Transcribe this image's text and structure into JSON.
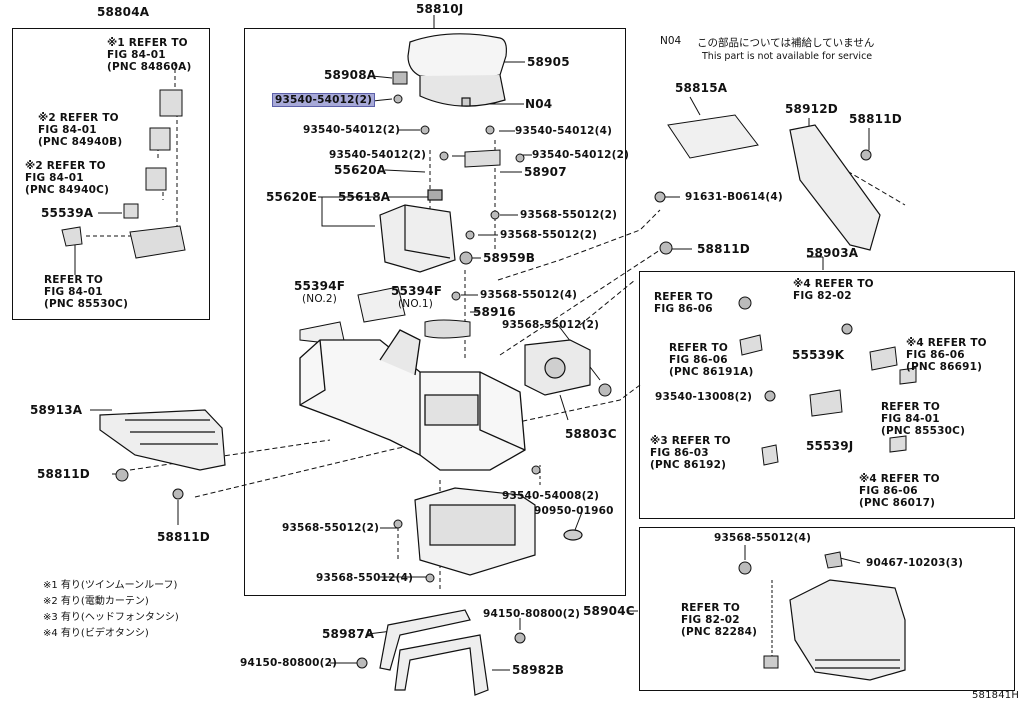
{
  "diagram": {
    "ref_code": "581841H",
    "notice": {
      "code": "N04",
      "jp": "この部品については補給していません",
      "en": "This part is not available for service"
    },
    "legend": [
      "※1 有り(ツインムーンルーフ)",
      "※2 有り(電動カーテン)",
      "※3 有り(ヘッドフォンタンシ)",
      "※4 有り(ビデオタンシ)"
    ],
    "labels": {
      "p58804A": "58804A",
      "p58810J": "58810J",
      "ref1": "※1 REFER TO\nFIG 84-01\n(PNC 84860A)",
      "ref2a": "※2 REFER TO\nFIG 84-01\n(PNC 84940B)",
      "ref2b": "※2 REFER TO\nFIG 84-01\n(PNC 84940C)",
      "p55539A": "55539A",
      "ref85530C_left": "REFER TO\nFIG 84-01\n(PNC 85530C)",
      "p58908A": "58908A",
      "p58905": "58905",
      "p93540_hl": "93540-54012(2)",
      "pN04": "N04",
      "b93540_a": "93540-54012(2)",
      "b93540_b": "93540-54012(4)",
      "b93540_c": "93540-54012(2)",
      "b93540_d": "93540-54012(2)",
      "p55620A": "55620A",
      "p58907": "58907",
      "p55620E": "55620E",
      "p55618A": "55618A",
      "b93568_a": "93568-55012(2)",
      "b93568_b": "93568-55012(2)",
      "p58959B": "58959B",
      "p55394F_a": "55394F",
      "p55394F_a_sub": "(NO.2)",
      "p55394F_b": "55394F",
      "p55394F_b_sub": "(NO.1)",
      "b93568_c": "93568-55012(4)",
      "p58916": "58916",
      "b93568_d": "93568-55012(2)",
      "p58803C": "58803C",
      "p58913A": "58913A",
      "p58811D_a": "58811D",
      "p58811D_b": "58811D",
      "b93540_e": "93540-54008(2)",
      "p90950": "90950-01960",
      "b93568_e": "93568-55012(2)",
      "b93568_f": "93568-55012(4)",
      "p58815A": "58815A",
      "p58912D": "58912D",
      "p58811D_c": "58811D",
      "p91631": "91631-B0614(4)",
      "p58811D_d": "58811D",
      "p58903A": "58903A",
      "ref8606a": "REFER TO\nFIG 86-06",
      "ref8202": "※4 REFER TO\nFIG 82-02",
      "ref86191": "REFER TO\nFIG 86-06\n(PNC 86191A)",
      "p55539K": "55539K",
      "ref86691": "※4 REFER TO\nFIG 86-06\n(PNC 86691)",
      "b93540_f": "93540-13008(2)",
      "ref85530C_right": "REFER TO\nFIG 84-01\n(PNC 85530C)",
      "ref86192": "※3 REFER TO\nFIG 86-03\n(PNC 86192)",
      "p55539J": "55539J",
      "ref86017": "※4 REFER TO\nFIG 86-06\n(PNC 86017)",
      "b93568_g": "93568-55012(4)",
      "p90467": "90467-10203(3)",
      "p58904C": "58904C",
      "ref82284": "REFER TO\nFIG 82-02\n(PNC 82284)",
      "p94150_a": "94150-80800(2)",
      "p58987A": "58987A",
      "p94150_b": "94150-80800(2)",
      "p58982B": "58982B"
    }
  }
}
